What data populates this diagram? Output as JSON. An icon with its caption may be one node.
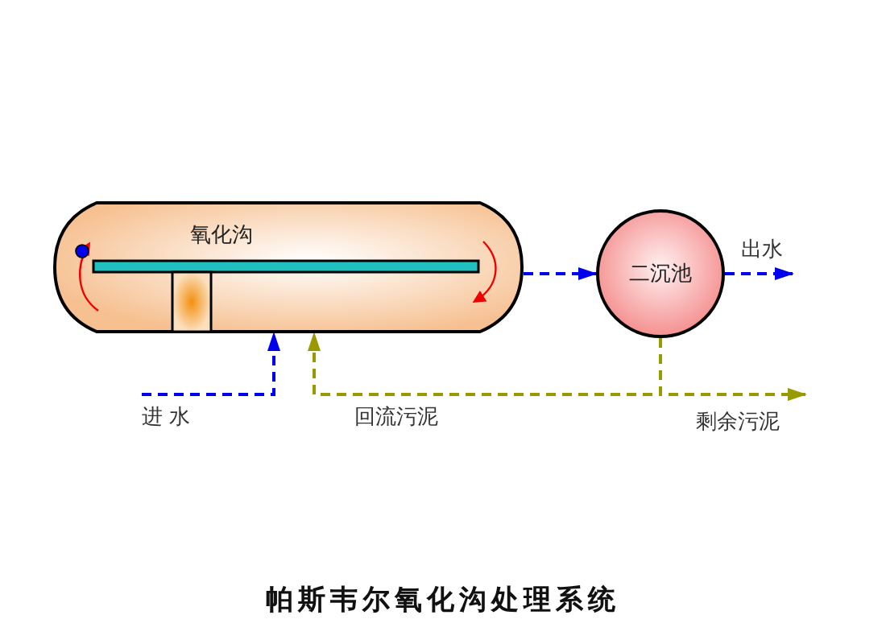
{
  "diagram": {
    "title": "帕斯韦尔氧化沟处理系统",
    "nodes": [
      {
        "text": [
          "氧化沟"
        ]
      },
      {
        "text": [
          "二沉池"
        ]
      }
    ],
    "edges": [
      {
        "from": null,
        "to": 0,
        "arrow": "to",
        "label": "进 水",
        "style": "dashed"
      },
      {
        "from": 0,
        "to": 1,
        "arrow": "to",
        "style": "dashed"
      },
      {
        "from": 1,
        "to": null,
        "arrow": "to",
        "label": "出水",
        "style": "dashed"
      },
      {
        "from": 1,
        "to": 0,
        "arrow": "to",
        "label": "回流污泥",
        "style": "dashed",
        "color": "#999900"
      },
      {
        "from": 1,
        "to": null,
        "arrow": "to",
        "label": "剩余污泥",
        "style": "dashed",
        "color": "#999900"
      }
    ]
  }
}
